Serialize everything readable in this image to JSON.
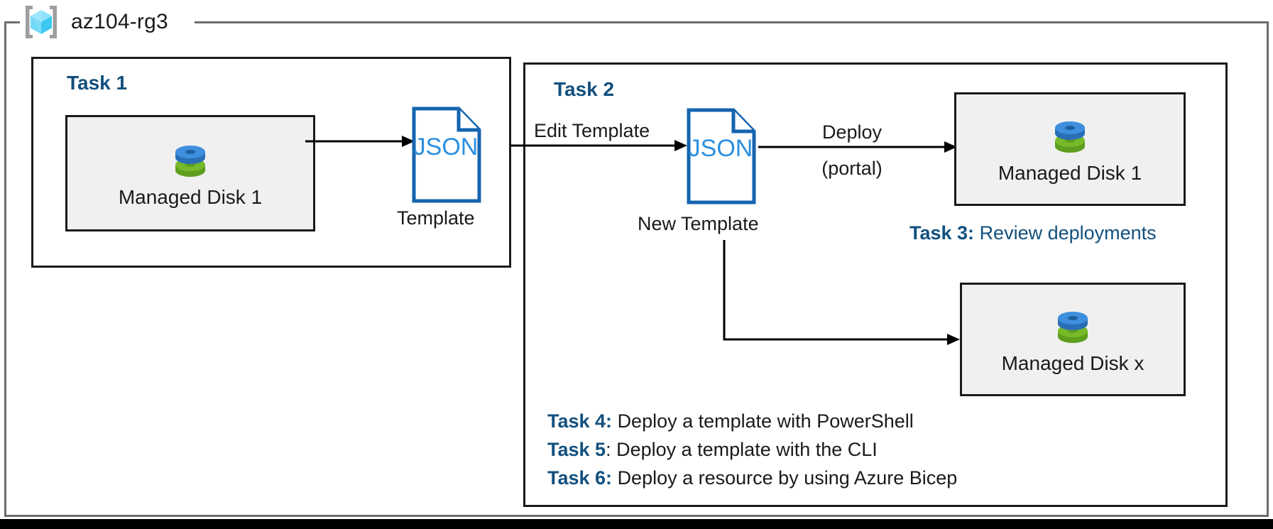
{
  "diagram": {
    "title": "az104-rg3",
    "icon": "azure-resource-group-icon",
    "colors": {
      "accent_blue": "#12507e",
      "json_outline": "#1565b0",
      "json_text": "#2b8fe0",
      "disk_blue": "#3e8fde",
      "disk_green": "#76ba2a",
      "frame_black": "#1a1a1a",
      "container_gray": "#6d6d6d",
      "resource_fill": "#f0f0f0"
    }
  },
  "task1": {
    "heading": "Task 1",
    "resource": {
      "label": "Managed Disk 1",
      "icon": "managed-disk-icon"
    },
    "template": {
      "file_text": "JSON",
      "caption": "Template",
      "icon": "json-file-icon"
    }
  },
  "task2": {
    "heading": "Task 2",
    "edge_in_label": "Edit Template",
    "template": {
      "file_text": "JSON",
      "caption": "New Template",
      "icon": "json-file-icon"
    },
    "edge_deploy_label_line1": "Deploy",
    "edge_deploy_label_line2": "(portal)",
    "resource_top": {
      "label": "Managed Disk 1",
      "icon": "managed-disk-icon"
    },
    "resource_bottom": {
      "label": "Managed Disk x",
      "icon": "managed-disk-icon"
    }
  },
  "notes": {
    "task3": {
      "key": "Task 3:",
      "text": "Review deployments"
    },
    "task4": {
      "key": "Task 4:",
      "text": "Deploy a template with PowerShell"
    },
    "task5": {
      "key": "Task 5",
      "separator": ":",
      "text": "Deploy a template with the CLI"
    },
    "task6": {
      "key": "Task 6:",
      "text": "Deploy a resource by using Azure Bicep"
    }
  }
}
